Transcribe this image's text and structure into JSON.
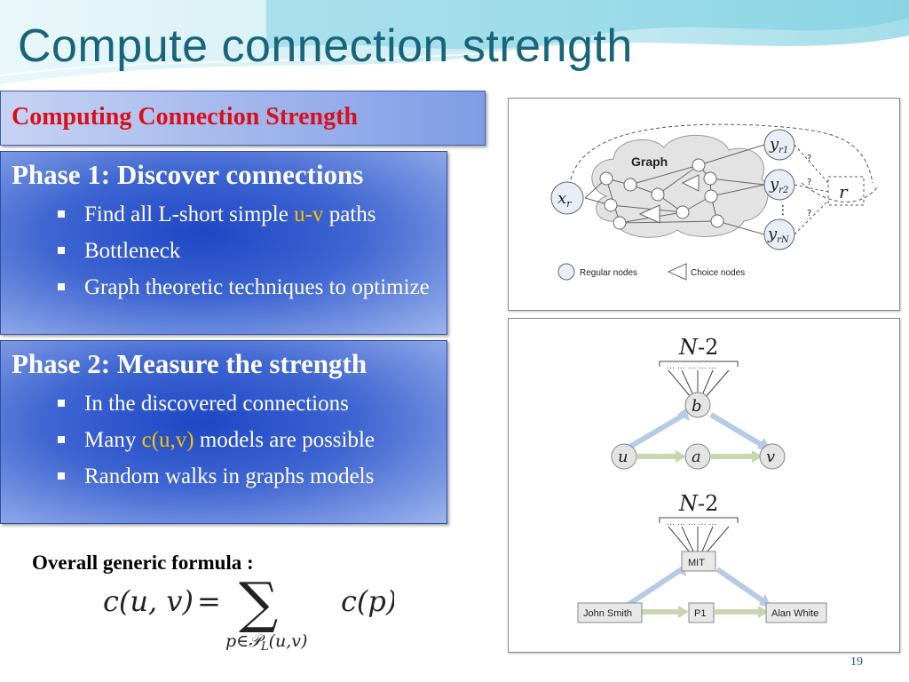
{
  "slide": {
    "title": "Compute connection strength",
    "page_number": "19"
  },
  "header": {
    "label": "Computing Connection Strength"
  },
  "phase1": {
    "title": "Phase 1: Discover connections",
    "bullets": [
      {
        "pre": "Find all L-short simple ",
        "hl": "u-v",
        "post": " paths"
      },
      {
        "pre": "Bottleneck",
        "hl": "",
        "post": ""
      },
      {
        "pre": "Graph theoretic techniques to optimize",
        "hl": "",
        "post": ""
      }
    ]
  },
  "phase2": {
    "title": "Phase 2: Measure the strength",
    "bullets": [
      {
        "pre": "In the discovered connections",
        "hl": "",
        "post": ""
      },
      {
        "pre": "Many ",
        "hl": "c(u,v)",
        "post": " models are possible"
      },
      {
        "pre": "Random walks in graphs models",
        "hl": "",
        "post": ""
      }
    ]
  },
  "formula": {
    "label": "Overall generic formula :",
    "expression": "c(u, v) = ∑ c(p)",
    "subscript": "p∈𝒫",
    "subscript_L": "L",
    "subscript_args": "(u,v)"
  },
  "figure1": {
    "graph_label": "Graph",
    "xr": "x",
    "xr_sub": "r",
    "yr1": "y",
    "yr1_sub": "r1",
    "yr2": "y",
    "yr2_sub": "r2",
    "yrN": "y",
    "yrN_sub": "rN",
    "r": "r",
    "q1": "?",
    "q2": "?",
    "q3": "?",
    "legend_regular": "Regular nodes",
    "legend_choice": "Choice nodes"
  },
  "figure2": {
    "top": {
      "n2_N": "N",
      "n2_rest": "-2",
      "dots": "… … … … …",
      "b": "b",
      "u": "u",
      "a": "a",
      "v": "v"
    },
    "bottom": {
      "n2_N": "N",
      "n2_rest": "-2",
      "dots": "… … … … …",
      "mit": "MIT",
      "john": "John Smith",
      "p1": "P1",
      "alan": "Alan White"
    }
  },
  "colors": {
    "title": "#17657a",
    "header_text": "#d9101a",
    "highlight": "#f5c400",
    "arrow_blue": "#b8cbe6",
    "arrow_green": "#c9d7b0"
  }
}
